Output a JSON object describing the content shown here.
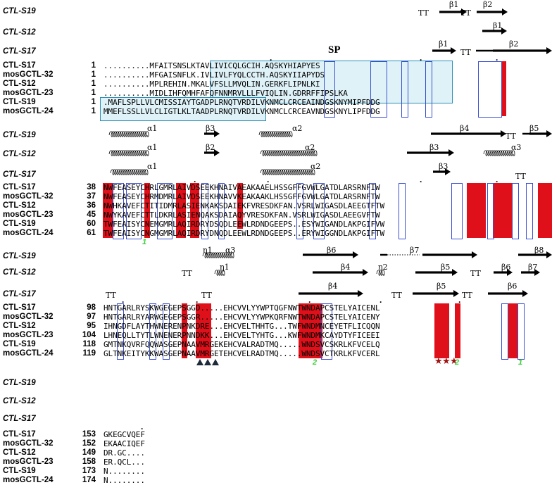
{
  "labels": {
    "sp": "SP",
    "structures": [
      "CTL-S19",
      "CTL-S12",
      "CTL-S17"
    ],
    "sequences": [
      "CTL-S17",
      "mosGCTL-32",
      "CTL-S12",
      "mosGCTL-23",
      "CTL-S19",
      "mosGCTL-24"
    ]
  },
  "block1": {
    "numbers": [
      "1",
      "1",
      "1",
      "1",
      "1",
      "1"
    ],
    "seqs": [
      "..........MFAITSNSLKTAVLIVICQLGCIH.AQSKYHIAPYES",
      "..........MFGAISNFLK.IVLIVLFYQLCCTH.AQSKYIIAPYDS",
      "..........MPLREHIN.MKALVFSLLMVQLIN.GERKFLIPNLKI",
      "..........MIDLIHFQMHFAFQFNNMRVLLLFVIQLIN.GDRRFFIPSLKA",
      ".MAFLSPLLVLCMISSIAYTGADPLRNQTVRDILVKNMCLCRCEAINDGSKNYMIPFDDG",
      "MMEFLSSLLVLCLIGTLKLTAADPLRNQTVRDILVKNMCLCRCEAVNDGSKNYLIPFDDG"
    ],
    "ss_s19": [
      "TT",
      "β1",
      "TT",
      "β2"
    ],
    "ss_s12": [
      "β1"
    ],
    "ss_s17": [
      "β1",
      "TT",
      "β2"
    ]
  },
  "block2": {
    "numbers": [
      "38",
      "37",
      "36",
      "45",
      "60",
      "61"
    ],
    "seqs": [
      "NWFEASEYCHRLGMRLAIVDSEEKHNAIVAEAKAAELHSSGFFGVWLGATDLARSRNFIW",
      "NWFEASEYCHRMDMRLAIVDSEEKHNAVVKEAKAAKLHSSGFFGVWLGATDLARSRNFTW",
      "NWHKAVEFCTITIDMRLASIENKAKSDAIEKFVRESDKFAN.VSRLWIGASDLAEEGTFTW",
      "NWYKAVEFCTTLDKRLASIENQAKSDAIAQYVRESDKFAN.VSRLWIGASDLAEEGVFTW",
      "TWFEAISYCNEMGMRLAQIRDRYDSQDLEEWLRDNDGEEPS..ESYWIGANDLAKPGIFVW",
      "TWFEAISYCNGMGMRLAQIRDRYDNQDLEEWLRDNDGEEPS..ERYWIGGNDLAKPGIFTW"
    ],
    "ss_s19": [
      "α1",
      "β3",
      "α2",
      "β4",
      "TT",
      "β5"
    ],
    "ss_s12": [
      "α1",
      "β2",
      "α2",
      "β3",
      "α3"
    ],
    "ss_s17": [
      "α1",
      "α2",
      "β3",
      "TT"
    ],
    "green": [
      "1"
    ]
  },
  "block3": {
    "numbers": [
      "98",
      "97",
      "95",
      "104",
      "118",
      "119"
    ],
    "seqs": [
      "HNTGARLRYSKWGEGEPSGGD.....EHCVVLYYWPTQGFNWTWNDAPCSTELYAICENL",
      "HNTGARLRYARWGEGEPSGGR.....EHCVVLYYWPKQRFNWTWNDAPCSTELYAICENY",
      "IHNGDFLAYTHWNERENPNKDRE...EHCVELTHHTG...TWFWNDMNCEYETFLICQQN",
      "LHNEQLLTYTLWNENERPNNDKK...EHCVELTYHTG...KWFWNDMKCAYDTYFICEEI",
      "GMTNKQVRFQQWASGEPNAAVMRGEKEHCVALRADTMQ.....WNDSVCSKRLKFVCELQ",
      "GLTNKEITYKKWASGEPNAAVMRGETEHCVELRADTMQ.....WNDSVCTKRLKFVCERL"
    ],
    "ss_s19": [
      "η1",
      "α3",
      "β6",
      "β7",
      "β8"
    ],
    "ss_s12": [
      "TT",
      "η1",
      "β4",
      "η2",
      "β5",
      "TT",
      "β6",
      "β7"
    ],
    "ss_s17": [
      "TT",
      "TT",
      "β4",
      "TT",
      "β5",
      "TT",
      "β6"
    ],
    "green": [
      "2",
      "2",
      "1"
    ]
  },
  "block4": {
    "numbers": [
      "153",
      "152",
      "149",
      "158",
      "173",
      "174"
    ],
    "seqs": [
      "GKEGCVQEF",
      "EKAACIQEF",
      "DR.GC....",
      "ER.QCL...",
      "N........",
      "N........"
    ]
  }
}
